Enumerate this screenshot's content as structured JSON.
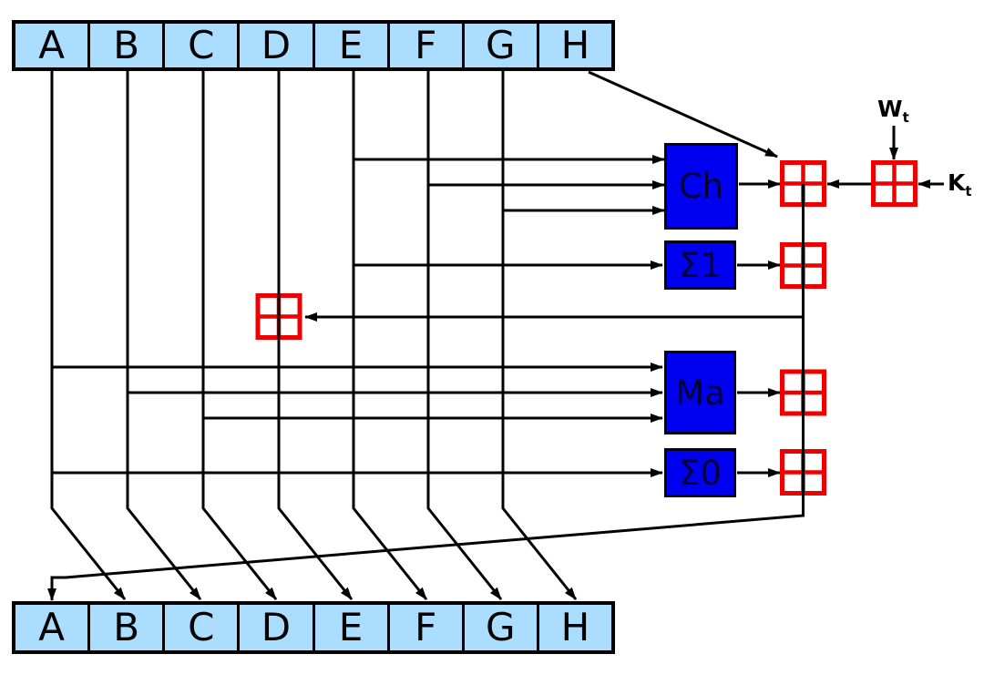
{
  "registers": {
    "top": [
      "A",
      "B",
      "C",
      "D",
      "E",
      "F",
      "G",
      "H"
    ],
    "bottom": [
      "A",
      "B",
      "C",
      "D",
      "E",
      "F",
      "G",
      "H"
    ]
  },
  "functions": {
    "ch": "Ch",
    "sigma1": "Σ1",
    "maj": "Ma",
    "sigma0": "Σ0"
  },
  "inputs": {
    "w": {
      "base": "W",
      "sub": "t"
    },
    "k": {
      "base": "K",
      "sub": "t"
    }
  },
  "colors": {
    "background": "#ffffff",
    "register_fill": "#aaddff",
    "register_border": "#000000",
    "function_fill": "#0000f0",
    "function_label": "#000033",
    "adder_red": "#ee0000",
    "wire": "#000000"
  },
  "connections": [
    {
      "from": "H",
      "to": "adder-1"
    },
    {
      "from": "E",
      "to": "Ch"
    },
    {
      "from": "F",
      "to": "Ch"
    },
    {
      "from": "G",
      "to": "Ch"
    },
    {
      "from": "Ch",
      "to": "adder-1"
    },
    {
      "from": "Wt",
      "to": "adder-wk"
    },
    {
      "from": "Kt",
      "to": "adder-wk"
    },
    {
      "from": "adder-wk",
      "to": "adder-1"
    },
    {
      "from": "adder-1",
      "to": "adder-2"
    },
    {
      "from": "E",
      "to": "Σ1"
    },
    {
      "from": "Σ1",
      "to": "adder-2"
    },
    {
      "from": "adder-2",
      "to": "adder-d"
    },
    {
      "from": "D",
      "to": "adder-d"
    },
    {
      "from": "adder-d",
      "to": "E-next"
    },
    {
      "from": "A",
      "to": "Ma"
    },
    {
      "from": "B",
      "to": "Ma"
    },
    {
      "from": "C",
      "to": "Ma"
    },
    {
      "from": "Ma",
      "to": "adder-3"
    },
    {
      "from": "adder-2",
      "to": "adder-3"
    },
    {
      "from": "A",
      "to": "Σ0"
    },
    {
      "from": "Σ0",
      "to": "adder-4"
    },
    {
      "from": "adder-3",
      "to": "adder-4"
    },
    {
      "from": "adder-4",
      "to": "A-next"
    },
    {
      "from": "A",
      "to": "B-next"
    },
    {
      "from": "B",
      "to": "C-next"
    },
    {
      "from": "C",
      "to": "D-next"
    },
    {
      "from": "E",
      "to": "F-next"
    },
    {
      "from": "F",
      "to": "G-next"
    },
    {
      "from": "G",
      "to": "H-next"
    }
  ]
}
